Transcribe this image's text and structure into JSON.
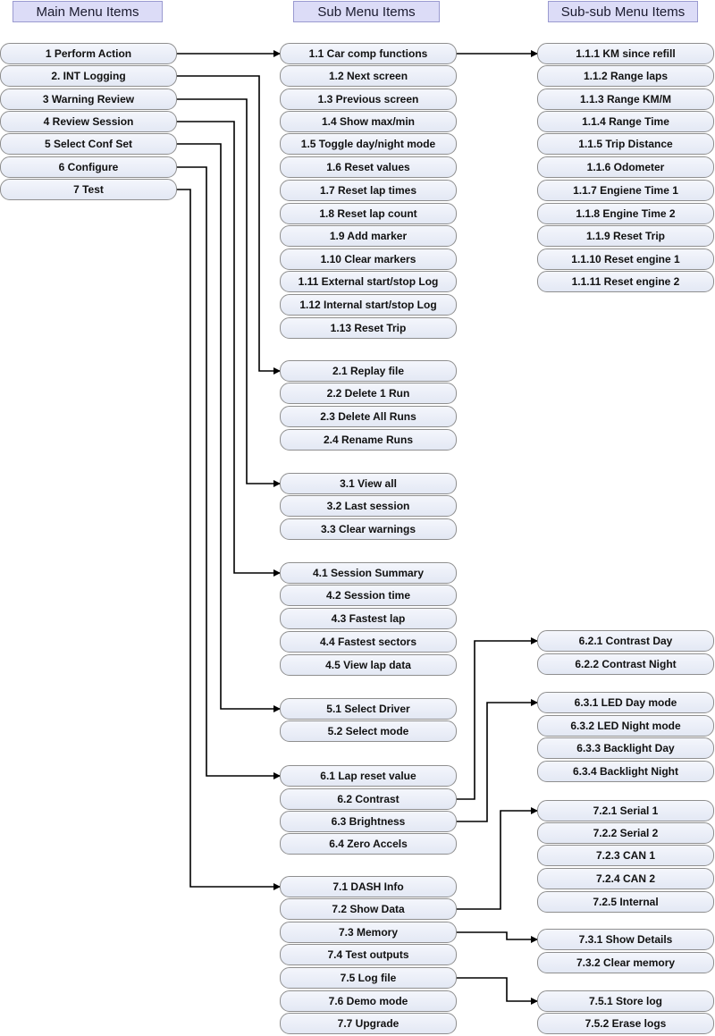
{
  "headers": {
    "main": "Main Menu Items",
    "sub": "Sub Menu Items",
    "subsub": "Sub-sub Menu Items"
  },
  "colors": {
    "node_fill": "#e8ecf6",
    "node_border": "#8f8f8f",
    "header_fill": "#dcdcf7",
    "connector": "#000000"
  },
  "main_items": [
    "1 Perform Action",
    "2. INT Logging",
    "3 Warning Review",
    "4 Review Session",
    "5 Select Conf Set",
    "6 Configure",
    "7 Test"
  ],
  "sub_items": [
    "1.1 Car comp functions",
    "1.2 Next screen",
    "1.3 Previous screen",
    "1.4 Show max/min",
    "1.5 Toggle day/night mode",
    "1.6 Reset values",
    "1.7 Reset lap times",
    "1.8 Reset lap count",
    "1.9 Add marker",
    "1.10 Clear markers",
    "1.11 External start/stop Log",
    "1.12 Internal start/stop Log",
    "1.13 Reset Trip",
    "2.1 Replay file",
    "2.2 Delete 1 Run",
    "2.3 Delete All Runs",
    "2.4 Rename Runs",
    "3.1 View all",
    "3.2 Last session",
    "3.3 Clear warnings",
    "4.1 Session Summary",
    "4.2 Session time",
    "4.3 Fastest lap",
    "4.4 Fastest sectors",
    "4.5 View lap data",
    "5.1 Select Driver",
    "5.2 Select mode",
    "6.1 Lap reset value",
    "6.2 Contrast",
    "6.3 Brightness",
    "6.4 Zero Accels",
    "7.1 DASH Info",
    "7.2 Show Data",
    "7.3 Memory",
    "7.4 Test outputs",
    "7.5 Log file",
    "7.6 Demo mode",
    "7.7 Upgrade"
  ],
  "subsub_items": [
    "1.1.1 KM since refill",
    "1.1.2 Range laps",
    "1.1.3 Range KM/M",
    "1.1.4 Range Time",
    "1.1.5 Trip Distance",
    "1.1.6 Odometer",
    "1.1.7 Engiene Time 1",
    "1.1.8 Engine Time 2",
    "1.1.9 Reset Trip",
    "1.1.10 Reset engine 1",
    "1.1.11 Reset engine 2",
    "6.2.1 Contrast Day",
    "6.2.2 Contrast Night",
    "6.3.1 LED Day mode",
    "6.3.2 LED Night mode",
    "6.3.3 Backlight Day",
    "6.3.4 Backlight Night",
    "7.2.1 Serial 1",
    "7.2.2 Serial 2",
    "7.2.3 CAN 1",
    "7.2.4 CAN 2",
    "7.2.5 Internal",
    "7.3.1 Show Details",
    "7.3.2 Clear memory",
    "7.5.1 Store log",
    "7.5.2 Erase logs"
  ]
}
